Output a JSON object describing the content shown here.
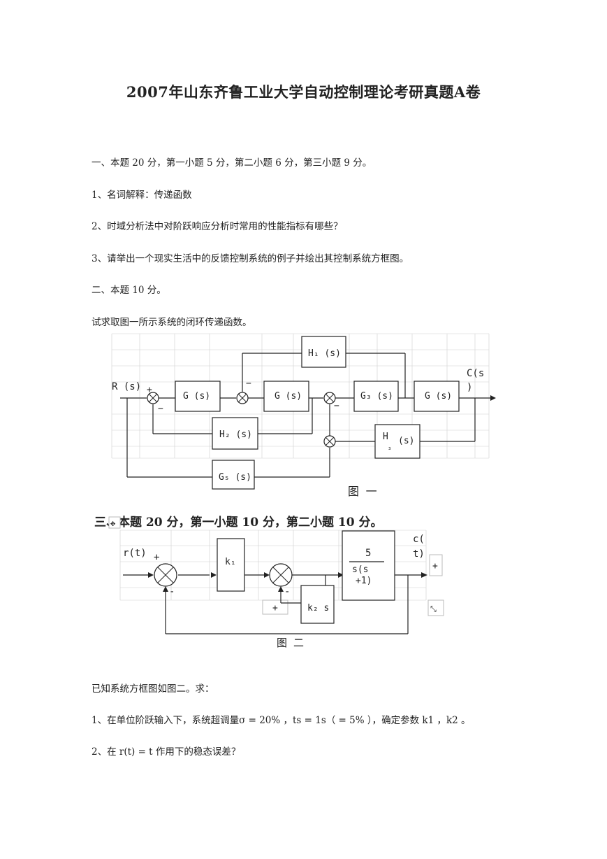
{
  "title": "2007年山东齐鲁工业大学自动控制理论考研真题A卷",
  "section1": {
    "header": "一、本题 20 分，第一小题 5 分，第二小题 6 分，第三小题 9 分。",
    "q1": "1、名词解释：传递函数",
    "q2": "2、时域分析法中对阶跃响应分析时常用的性能指标有哪些？",
    "q3": "3、请举出一个现实生活中的反馈控制系统的例子并绘出其控制系统方框图。"
  },
  "section2": {
    "header": "二、本题 10 分。",
    "prompt": "试求取图一所示系统的闭环传递函数。"
  },
  "fig1": {
    "input": "R (s)",
    "output_1": "C(s",
    "output_2": ")",
    "g": "G (s)",
    "g_b": "G (s)",
    "g3": "G₃ (s)",
    "g_d": "G (s)",
    "h1": "H₁ (s)",
    "h2": "H₂ (s)",
    "h3_main": "H",
    "h3_sub": "₃",
    "h3_s": "(s)",
    "g5": "G₅ (s)",
    "plus": "+",
    "minus": "−",
    "caption": "图 一"
  },
  "section3": {
    "header": "三、本题 20 分，第一小题 10 分，第二小题 10 分。"
  },
  "fig2": {
    "input": "r(t)",
    "output_1": "c(",
    "output_2": "t)",
    "k1": "k₁",
    "num": "5",
    "den_1": "s(s",
    "den_2": "+1)",
    "k2": "k₂ s",
    "plus": "+",
    "minus": "-",
    "caption": "图 二"
  },
  "questions3": {
    "intro": "已知系统方框图如图二。求：",
    "q1": "1、在单位阶跃输入下，系统超调量σ  = 20% ，ts = 1s（ = 5% ），确定参数 k1 ，k2 。",
    "q2": "2、在 r(t) = t 作用下的稳态误差？"
  }
}
